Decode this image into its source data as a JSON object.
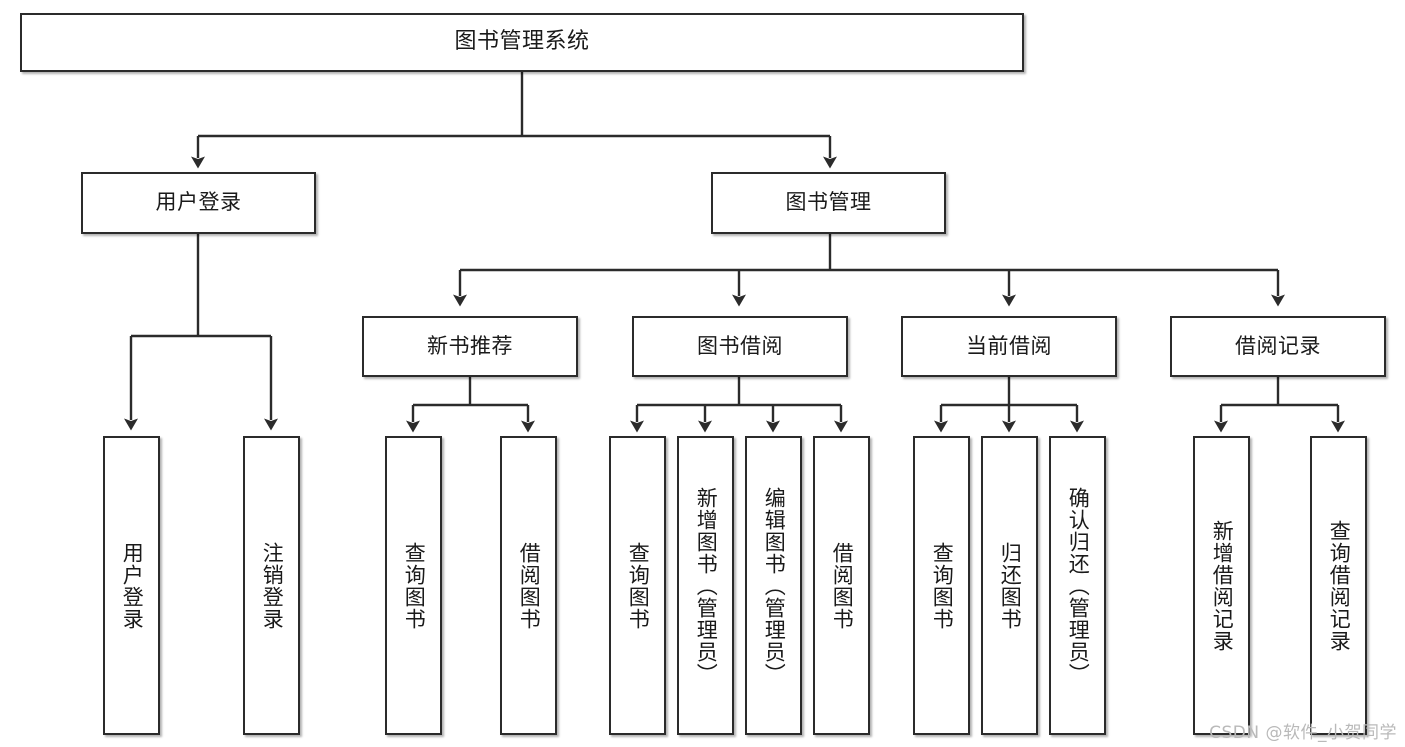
{
  "diagram": {
    "title": "图书管理系统",
    "type": "tree-hierarchy",
    "orientation": "top-down",
    "colors": {
      "box_border": "#2b2b2b",
      "box_fill": "#ffffff",
      "edge": "#2b2b2b",
      "text": "#1a1a1a",
      "watermark": "#b9b9b9",
      "background": "#ffffff"
    },
    "nodes": {
      "root": {
        "label": "图书管理系统"
      },
      "level2": [
        {
          "id": "user-login",
          "label": "用户登录"
        },
        {
          "id": "book-manage",
          "label": "图书管理"
        }
      ],
      "level3": [
        {
          "id": "new-book-rec",
          "label": "新书推荐"
        },
        {
          "id": "book-borrow",
          "label": "图书借阅"
        },
        {
          "id": "current-borrow",
          "label": "当前借阅"
        },
        {
          "id": "borrow-record",
          "label": "借阅记录"
        }
      ],
      "leaves": {
        "user-login": [
          {
            "id": "leaf-user-login",
            "label": "用户登录"
          },
          {
            "id": "leaf-user-logout",
            "label": "注销登录"
          }
        ],
        "new-book-rec": [
          {
            "id": "leaf-query-book-1",
            "label": "查询图书"
          },
          {
            "id": "leaf-borrow-book-1",
            "label": "借阅图书"
          }
        ],
        "book-borrow": [
          {
            "id": "leaf-query-book-2",
            "label": "查询图书"
          },
          {
            "id": "leaf-add-book",
            "label": "新增图书（管理员）"
          },
          {
            "id": "leaf-edit-book",
            "label": "编辑图书（管理员）"
          },
          {
            "id": "leaf-borrow-book-2",
            "label": "借阅图书"
          }
        ],
        "current-borrow": [
          {
            "id": "leaf-query-book-3",
            "label": "查询图书"
          },
          {
            "id": "leaf-return-book",
            "label": "归还图书"
          },
          {
            "id": "leaf-confirm-return",
            "label": "确认归还（管理员）"
          }
        ],
        "borrow-record": [
          {
            "id": "leaf-add-record",
            "label": "新增借阅记录"
          },
          {
            "id": "leaf-query-record",
            "label": "查询借阅记录"
          }
        ]
      }
    },
    "watermark": "CSDN @软件_小贺同学"
  }
}
